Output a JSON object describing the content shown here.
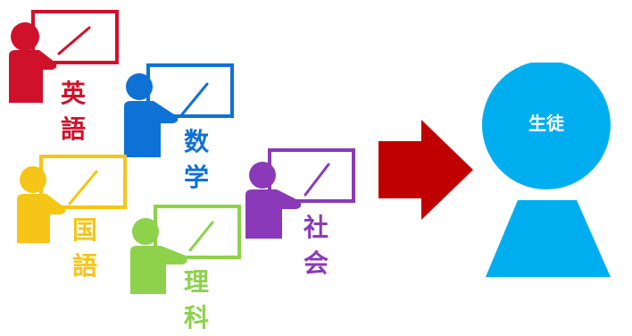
{
  "teachers": [
    {
      "id": "english",
      "subject": [
        "英",
        "語"
      ],
      "color": "#d0112b"
    },
    {
      "id": "math",
      "subject": [
        "数",
        "学"
      ],
      "color": "#0e71d6"
    },
    {
      "id": "japanese",
      "subject": [
        "国",
        "語"
      ],
      "color": "#f5c517"
    },
    {
      "id": "science",
      "subject": [
        "理",
        "科"
      ],
      "color": "#8ed14b"
    },
    {
      "id": "social",
      "subject": [
        "社",
        "会"
      ],
      "color": "#8a3ab9"
    }
  ],
  "student": {
    "label": "生徒",
    "color": "#00aeef"
  },
  "arrow": {
    "color": "#c00000"
  }
}
